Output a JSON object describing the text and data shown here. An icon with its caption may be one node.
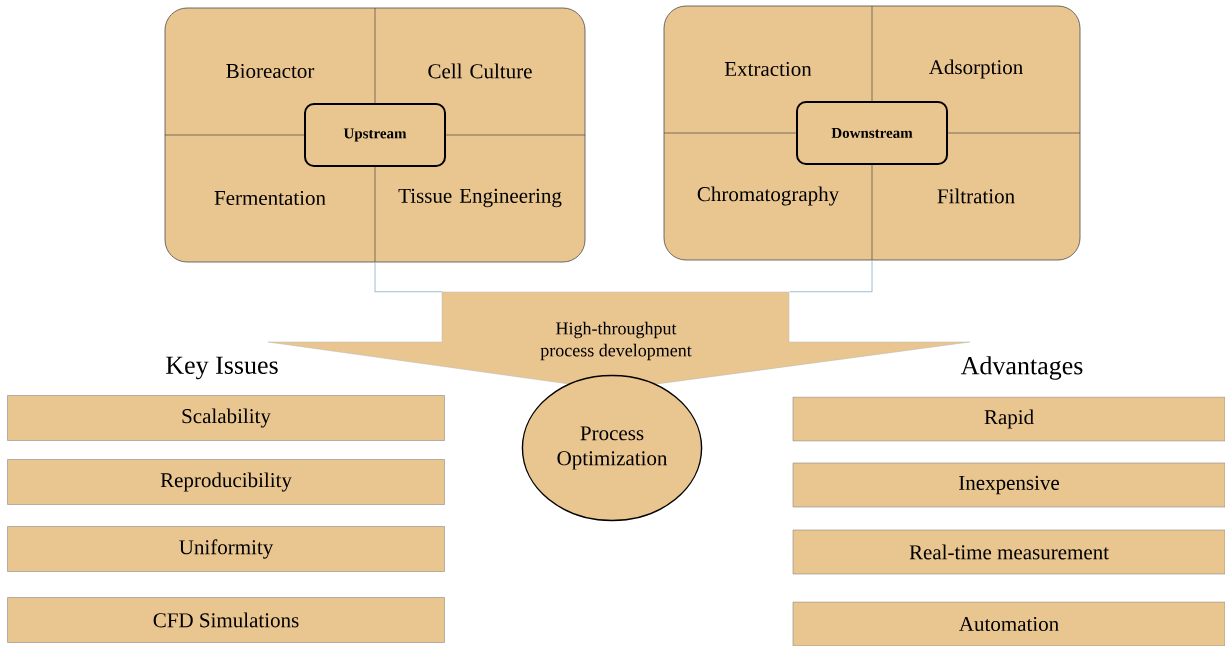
{
  "diagram": {
    "nodes": [
      {
        "text": [],
        "shape": "box"
      },
      {
        "text": [
          "Bioreactor"
        ],
        "in": 0
      },
      {
        "text": [
          "Cell Culture"
        ],
        "in": 0
      },
      {
        "text": [
          "Fermentation"
        ],
        "in": 0
      },
      {
        "text": [
          "Tissue Engineering"
        ],
        "in": 0
      },
      {
        "text": [
          "Upstream"
        ],
        "in": 0
      },
      {
        "text": [],
        "shape": "box"
      },
      {
        "text": [
          "Extraction"
        ],
        "in": 6
      },
      {
        "text": [
          "Adsorption"
        ],
        "in": 6
      },
      {
        "text": [
          "Chromatography"
        ],
        "in": 6
      },
      {
        "text": [
          "Filtration"
        ],
        "in": 6
      },
      {
        "text": [
          "Downstream"
        ],
        "in": 6
      },
      {
        "text": [
          "High-throughput process development"
        ]
      },
      {
        "text": [
          "Process Optimization"
        ]
      },
      {
        "text": [
          "Scalability"
        ]
      },
      {
        "text": [
          "Reproducibility"
        ]
      },
      {
        "text": [
          "Uniformity"
        ]
      },
      {
        "text": [
          "CFD Simulations"
        ]
      },
      {
        "text": [
          "Rapid"
        ]
      },
      {
        "text": [
          "Inexpensive"
        ]
      },
      {
        "text": [
          "Real-time measurement"
        ]
      },
      {
        "text": [
          "Automation"
        ]
      }
    ],
    "edges": [
      {
        "from": 0,
        "to": 12,
        "arrow": "none",
        "color": "#9dbfd6"
      },
      {
        "from": 6,
        "to": 12,
        "arrow": "none",
        "color": "#9dbfd6"
      }
    ],
    "labels": [
      "Key Issues",
      "Advantages"
    ]
  }
}
